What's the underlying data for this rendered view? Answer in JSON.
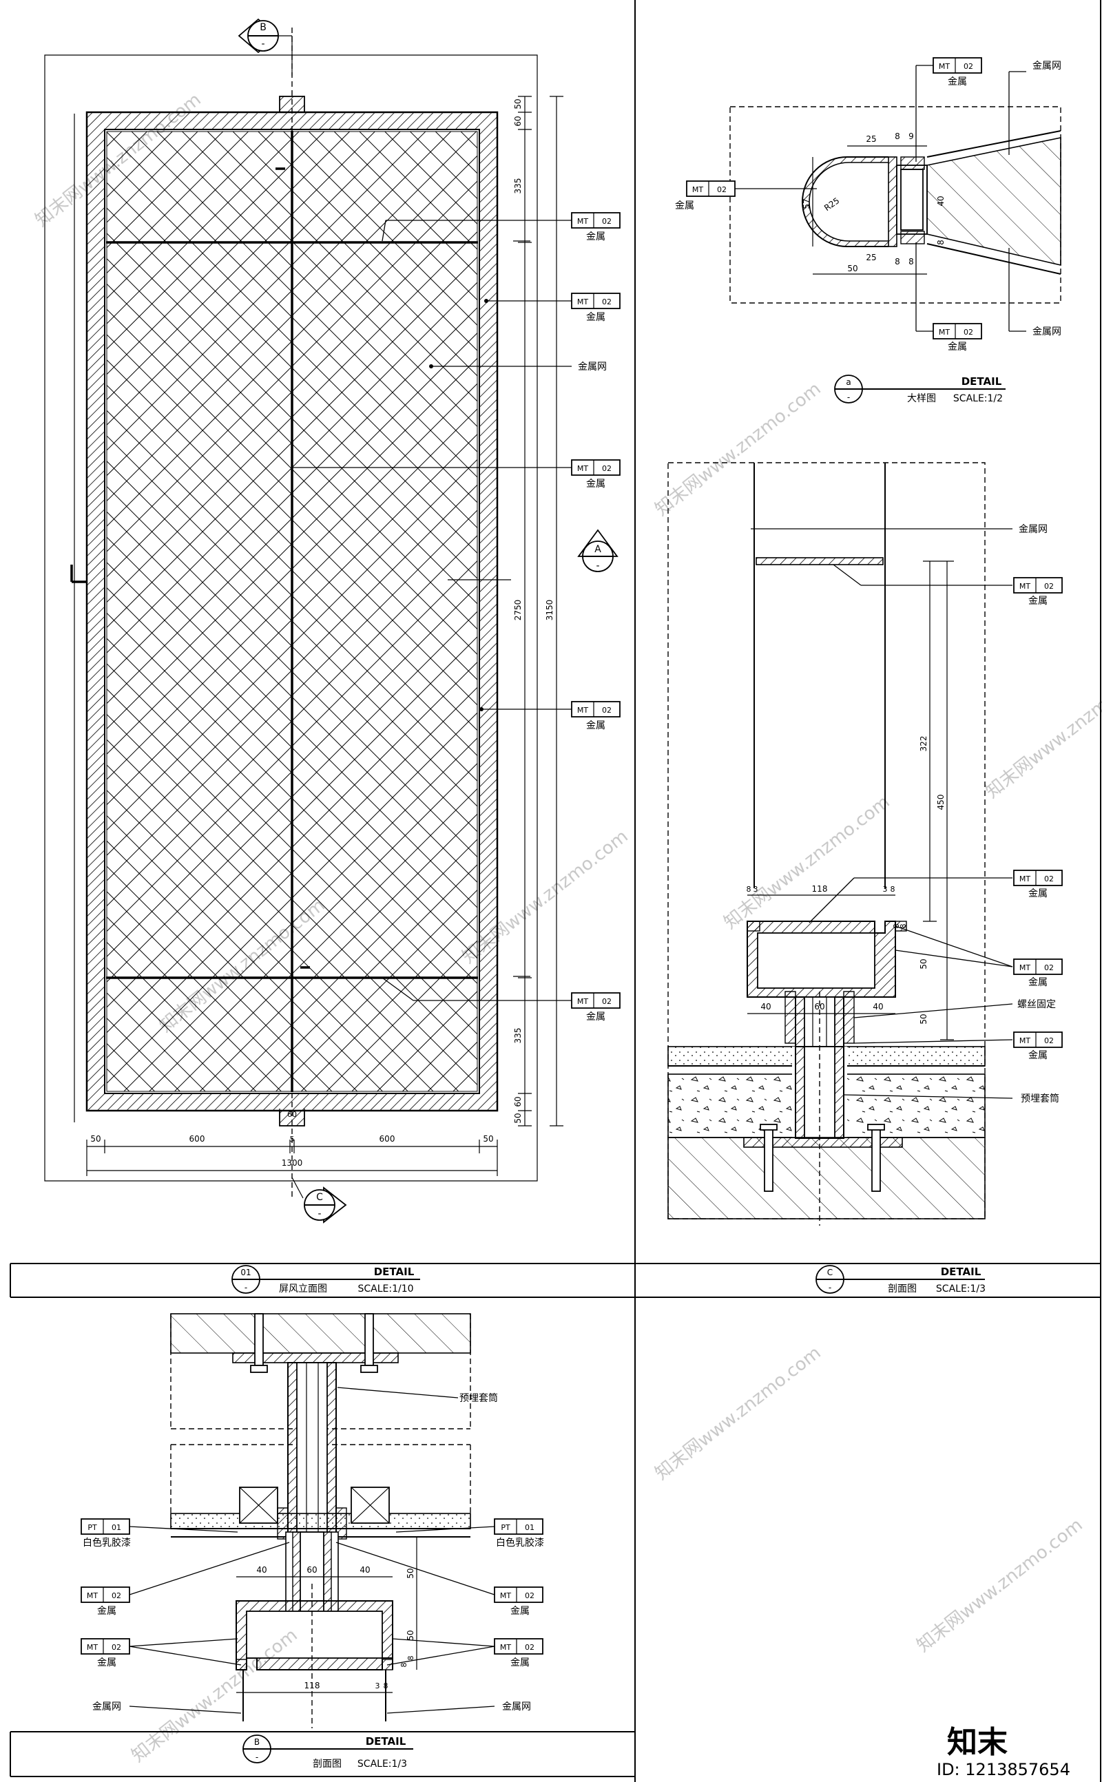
{
  "materials": {
    "mt_code": "MT",
    "mt_num": "02",
    "metal": "金属",
    "pt_code": "PT",
    "pt_num": "01",
    "paint": "白色乳胶漆",
    "mesh": "金属网",
    "screw_fix": "螺丝固定",
    "sleeve": "预埋套筒"
  },
  "elevation": {
    "section_b_mark": "B",
    "section_c_mark": "C",
    "detail_a_mark": "A",
    "mark_dash": "-",
    "dims_right": [
      "50",
      "60",
      "335",
      "2750",
      "3150",
      "335",
      "60",
      "50"
    ],
    "dims_bottom": [
      "50",
      "600",
      "5",
      "600",
      "50",
      "1300",
      "60"
    ],
    "title_num": "01",
    "title_word": "DETAIL",
    "title_name": "屏风立面图",
    "title_scale": "SCALE:1/10"
  },
  "detail_a": {
    "dims": [
      "25",
      "8",
      "9",
      "57",
      "R25",
      "40",
      "8",
      "50",
      "25",
      "8",
      "8"
    ],
    "title_num": "a",
    "title_word": "DETAIL",
    "title_name": "大样图",
    "title_scale": "SCALE:1/2"
  },
  "section_c": {
    "dims": [
      "322",
      "450",
      "8",
      "3",
      "118",
      "3",
      "8",
      "8",
      "8",
      "50",
      "40",
      "60",
      "40",
      "50"
    ],
    "title_num": "C",
    "title_word": "DETAIL",
    "title_name": "剖面图",
    "title_scale": "SCALE:1/3"
  },
  "section_b": {
    "dims": [
      "40",
      "60",
      "40",
      "50",
      "50",
      "8",
      "8",
      "118",
      "3",
      "8"
    ],
    "title_num": "B",
    "title_word": "DETAIL",
    "title_name": "剖面图",
    "title_scale": "SCALE:1/3"
  },
  "watermark": {
    "site": "知末网www.znzmo.com",
    "logo": "知末",
    "id": "ID: 1213857654"
  }
}
